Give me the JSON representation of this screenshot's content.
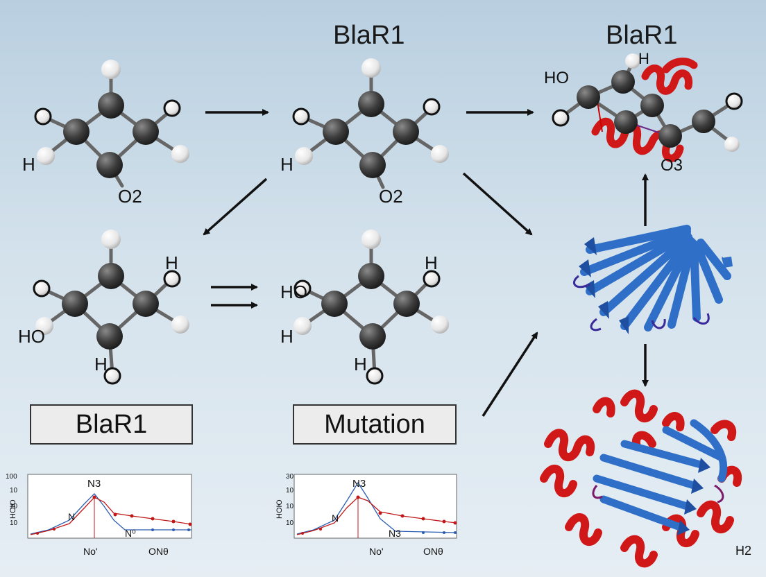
{
  "titles": {
    "top_center": "BlaR1",
    "top_right": "BlaR1"
  },
  "boxes": {
    "left": "BlaR1",
    "center": "Mutation"
  },
  "molecules": {
    "m1": {
      "h_left": "H",
      "o_bottom": "O2"
    },
    "m2": {
      "h_left": "H",
      "o_bottom": "O2"
    },
    "m3": {
      "h_right": "H",
      "ho_left": "HO",
      "h_bottom": "H"
    },
    "m4": {
      "h_right": "H",
      "ho_left": "HO",
      "h_left": "H",
      "h_bottom": "H"
    },
    "m5": {
      "ho_left": "HO",
      "h_top": "H",
      "o_label": "O3"
    }
  },
  "graph1": {
    "y_ticks": [
      "100",
      "10",
      "10",
      "10"
    ],
    "ylabel": "HOЮ",
    "peak_label": "N3",
    "left_label": "N",
    "flat_label": "N⁰",
    "x_labels": [
      "No'",
      "ONθ"
    ]
  },
  "graph2": {
    "y_ticks": [
      "30",
      "10",
      "10",
      "10"
    ],
    "ylabel": "HOЮ",
    "peak_label": "N3",
    "left_label": "N",
    "flat_label": "N3",
    "x_labels": [
      "No'",
      "ONθ"
    ]
  },
  "corner_label": "H2",
  "colors": {
    "atom_dark": "#3d3d3d",
    "atom_light": "#f2f2f2",
    "helix_red": "#d01818",
    "sheet_blue": "#2f6fc8",
    "arrow": "#111111"
  }
}
